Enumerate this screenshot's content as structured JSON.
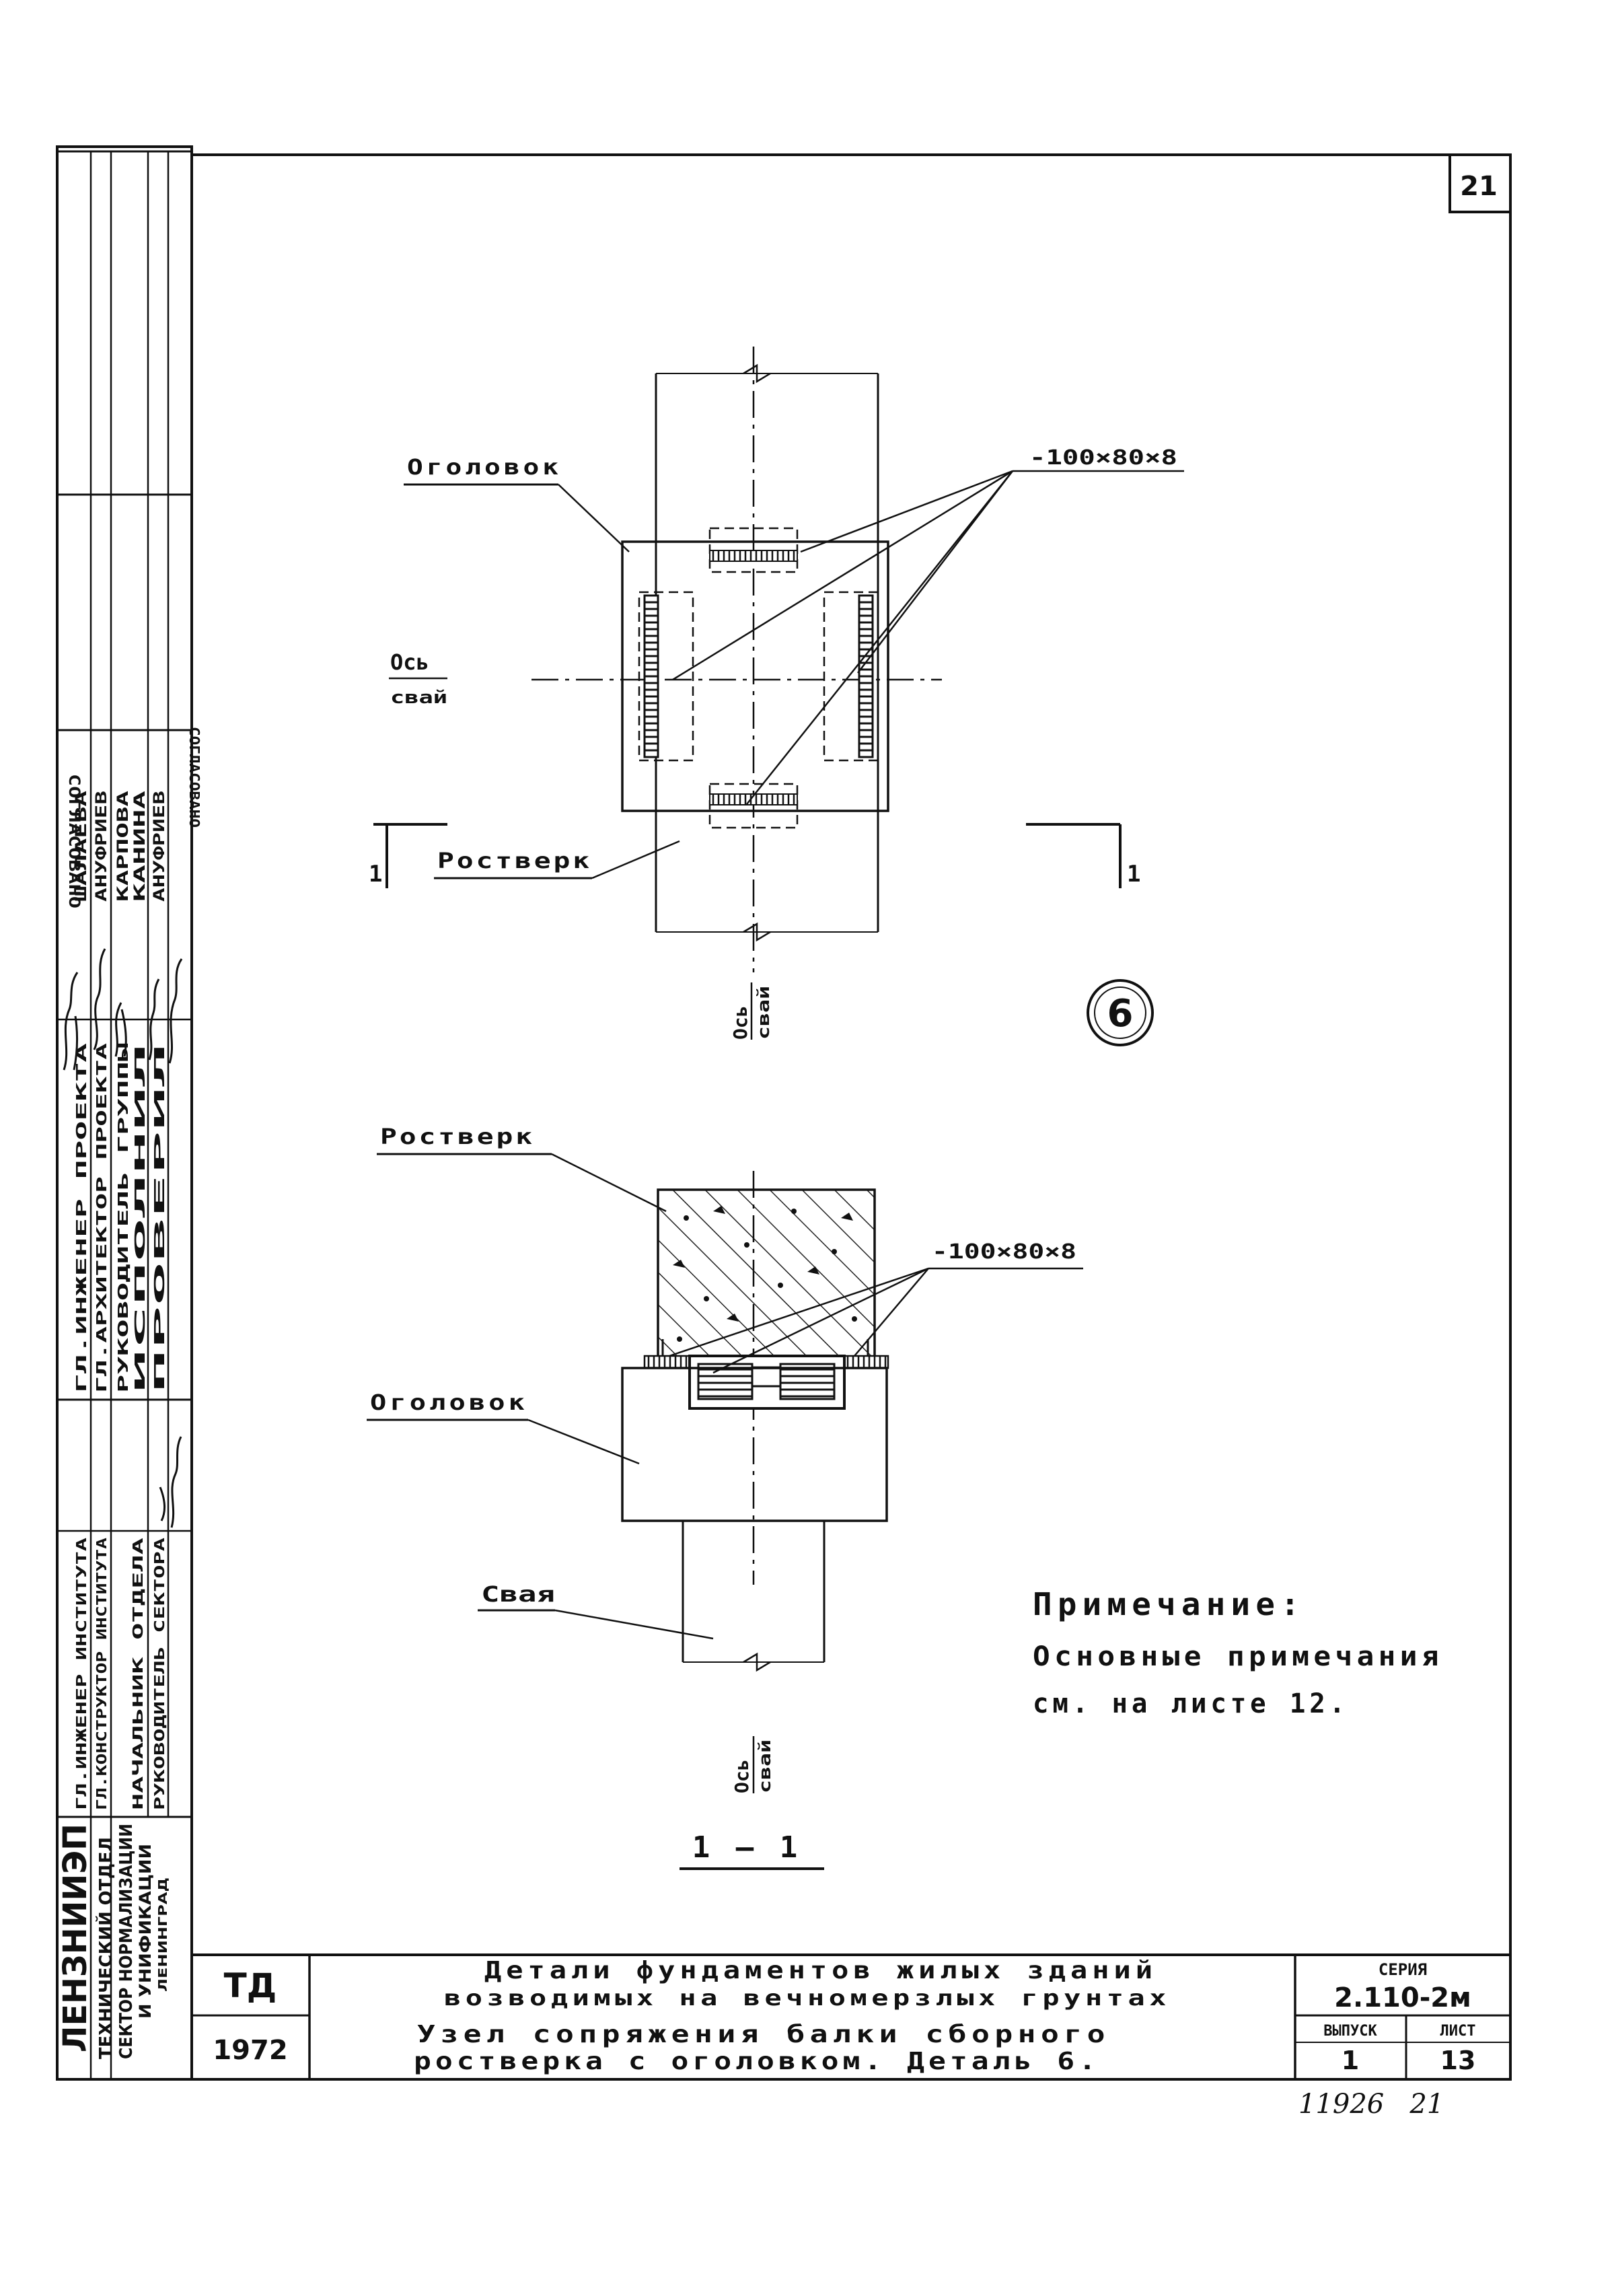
{
  "sheet_number": "21",
  "labels": {
    "pile_cap_top": "Оголовок",
    "grillage_top": "Ростверк",
    "pile_axis_line1": "Ось",
    "pile_axis_line2": "свай",
    "plate_top": "-100×80×8",
    "plate_section": "-100×80×8",
    "grillage_section": "Ростверк",
    "pile_cap_section": "Оголовок",
    "pile_section": "Свая",
    "section_mark": "1",
    "section_title": "1 — 1",
    "detail_number": "6"
  },
  "note": {
    "heading": "Примечание:",
    "line1": "Основные примечания",
    "line2": "см. на листе 12."
  },
  "sidebar": {
    "org_main": "ЛЕНЗНИИЭП",
    "org_line1": "ТЕХНИЧЕСКИЙ ОТДЕЛ",
    "org_line2": "СЕКТОР НОРМАЛИЗАЦИИ",
    "org_line3": "И УНИФИКАЦИИ",
    "org_line4": "ЛЕНИНГРАД",
    "lower_roles": [
      "ГЛ.ИНЖЕНЕР ИНСТИТУТА",
      "ГЛ.КОНСТРУКТОР ИНСТИТУТА",
      "НАЧАЛЬНИК ОТДЕЛА",
      "РУКОВОДИТЕЛЬ СЕКТОРА"
    ],
    "mid_roles": [
      "ГЛ.ИНЖЕНЕР ПРОЕКТА",
      "ГЛ.АРХИТЕКТОР ПРОЕКТА",
      "РУКОВОДИТЕЛЬ ГРУППЫ",
      "ИСПОЛНИЛ",
      "ПРОВЕРИЛ"
    ],
    "mid_names": [
      "ШАЛАЕВА",
      "АНУФРИЕВ",
      "КАРПОВА",
      "КАНИНА",
      "АНУФРИЕВ"
    ],
    "agreed": "СОГЛАСОВАНО"
  },
  "titleblock": {
    "code": "ТД",
    "year": "1972",
    "title_line1": "Детали фундаментов жилых зданий",
    "title_line2": "возводимых на вечномерзлых грунтах",
    "title_line3": "Узел сопряжения балки сборного",
    "title_line4": "ростверка с оголовком. Деталь 6.",
    "series_label": "СЕРИЯ",
    "series_value": "2.110-2м",
    "issue_label": "ВЫПУСК",
    "issue_value": "1",
    "sheet_label": "ЛИСТ",
    "sheet_value": "13"
  },
  "stamp_below": "11926   21"
}
